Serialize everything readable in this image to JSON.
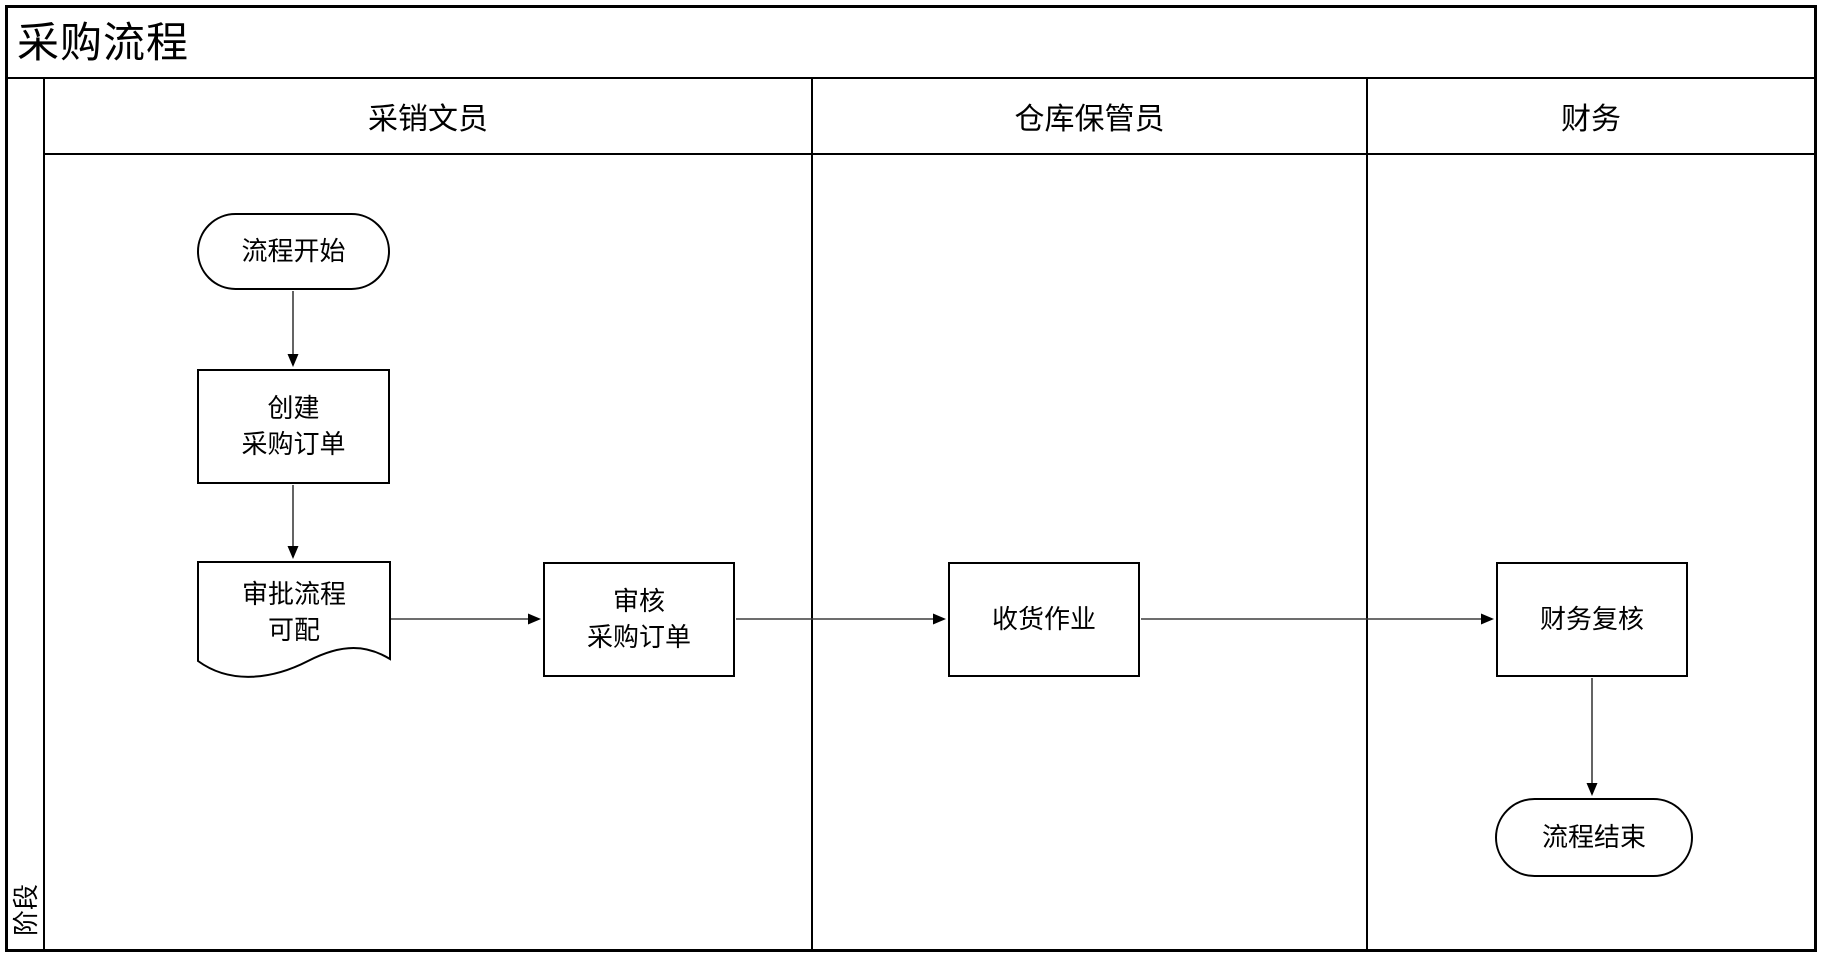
{
  "title": "采购流程",
  "phase": {
    "label": "阶段"
  },
  "lanes": [
    {
      "label": "采销文员"
    },
    {
      "label": "仓库保管员"
    },
    {
      "label": "财务"
    }
  ],
  "nodes": {
    "start": {
      "label": "流程开始",
      "type": "terminator"
    },
    "create_po": {
      "label": "创建\n采购订单",
      "type": "process"
    },
    "approval_config": {
      "label": "审批流程\n可配",
      "type": "document"
    },
    "review_po": {
      "label": "审核\n采购订单",
      "type": "process"
    },
    "receiving": {
      "label": "收货作业",
      "type": "process"
    },
    "finance_review": {
      "label": "财务复核",
      "type": "process"
    },
    "end": {
      "label": "流程结束",
      "type": "terminator"
    }
  },
  "colors": {
    "border": "#000000",
    "connector": "#3d3d3d",
    "background": "#ffffff"
  }
}
